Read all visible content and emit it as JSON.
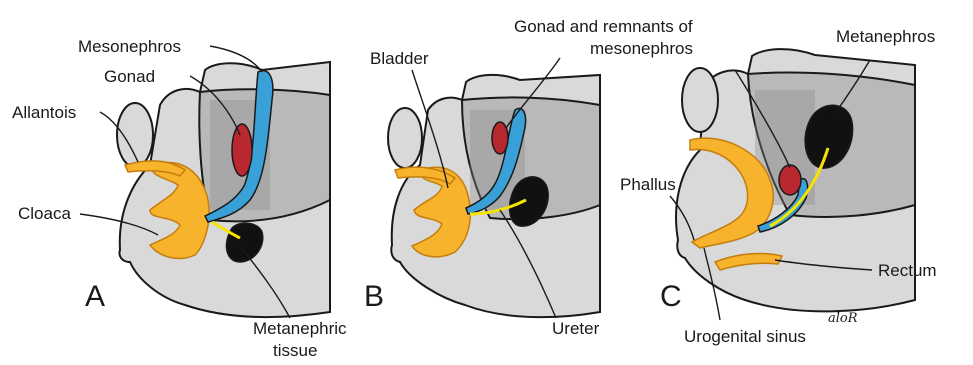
{
  "panels": [
    {
      "letter": "A",
      "labels": {
        "mesonephros": "Mesonephros",
        "gonad": "Gonad",
        "allantois": "Allantois",
        "cloaca": "Cloaca",
        "metanephric_line1": "Metanephric",
        "metanephric_line2": "tissue"
      }
    },
    {
      "letter": "B",
      "labels": {
        "bladder": "Bladder",
        "gonad_remnants_line1": "Gonad and remnants of",
        "gonad_remnants_line2": "mesonephros",
        "ureter": "Ureter"
      }
    },
    {
      "letter": "C",
      "labels": {
        "metanephros": "Metanephros",
        "phallus": "Phallus",
        "rectum": "Rectum",
        "urogenital_sinus": "Urogenital sinus"
      }
    }
  ],
  "signature": "aloR",
  "colors": {
    "orange": "#f7b32b",
    "blue": "#3aa0d8",
    "red": "#b8282e",
    "black": "#111111",
    "yellow": "#f5e400",
    "gray": "#d9d9d9"
  }
}
